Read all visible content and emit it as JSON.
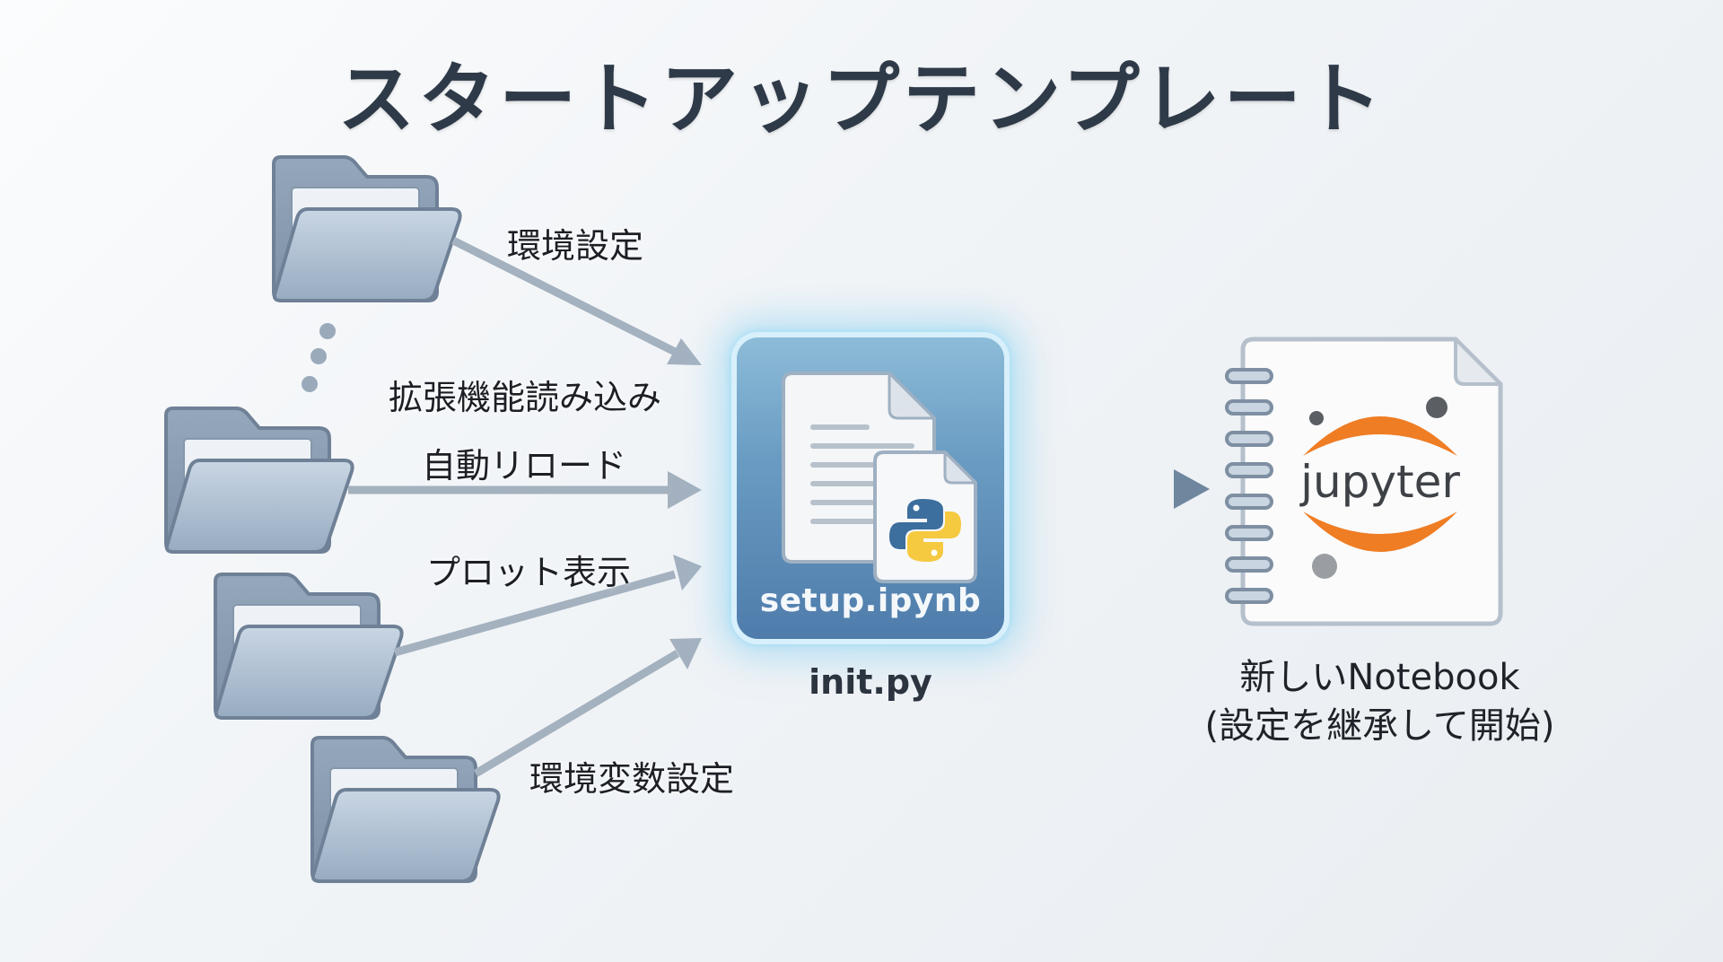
{
  "title": "スタートアップテンプレート",
  "sources": [
    {
      "id": "folder-1",
      "label": "環境設定",
      "icon": "folder-icon"
    },
    {
      "id": "folder-2",
      "label": "自動リロード",
      "icon": "folder-icon"
    },
    {
      "id": "folder-3",
      "label": "プロット表示",
      "icon": "folder-icon"
    },
    {
      "id": "folder-4",
      "label": "環境変数設定",
      "icon": "folder-icon"
    }
  ],
  "extra_label": "拡張機能読み込み",
  "ellipsis_icon": "vertical-ellipsis-dots",
  "center": {
    "filename": "setup.ipynb",
    "sublabel": "init.py",
    "icons": [
      "document-icon",
      "python-file-icon"
    ]
  },
  "target": {
    "logo_text": "jupyter",
    "icon": "jupyter-notebook-icon",
    "caption_line1": "新しいNotebook",
    "caption_line2": "(設定を継承して開始)"
  },
  "colors": {
    "title": "#2f3a48",
    "folder_fill": "#a9bbd0",
    "folder_stroke": "#6f8196",
    "arrow": "#a4b1bf",
    "arrow_dark": "#6e879f",
    "center_box": "#5b89b6",
    "jupyter_orange": "#ef7d24",
    "python_blue": "#3c6e9e",
    "python_yellow": "#f5c940"
  }
}
